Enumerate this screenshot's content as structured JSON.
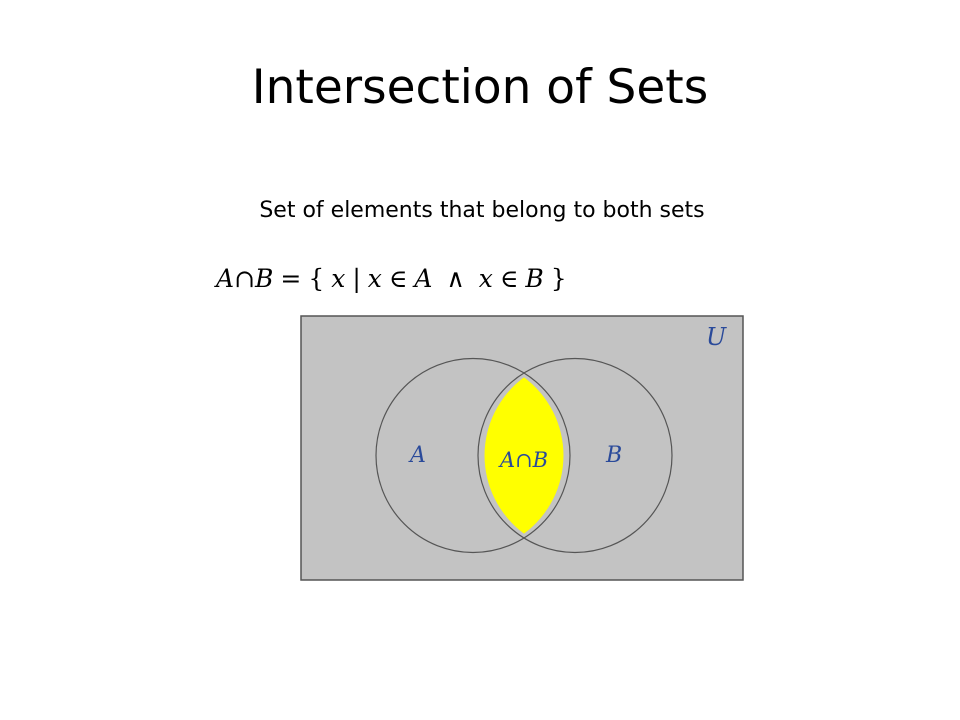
{
  "slide": {
    "title": "Intersection of Sets",
    "subtitle": "Set of elements that belong to both sets"
  },
  "formula": {
    "set_a": "A",
    "intersect_symbol": "∩",
    "set_b": "B",
    "equals": "=",
    "open_brace": "{",
    "var": "x",
    "bar": "|",
    "element_of": "∈",
    "and_symbol": "∧",
    "close_brace": "}"
  },
  "venn": {
    "universe_label": "U",
    "set_a_label": "A",
    "set_b_label": "B",
    "intersection_label": "A∩B",
    "colors": {
      "universe_fill": "#c3c3c3",
      "universe_stroke": "#555555",
      "circle_stroke": "#555555",
      "intersection_fill": "#ffff00",
      "label_color": "#2a4a9a"
    }
  }
}
